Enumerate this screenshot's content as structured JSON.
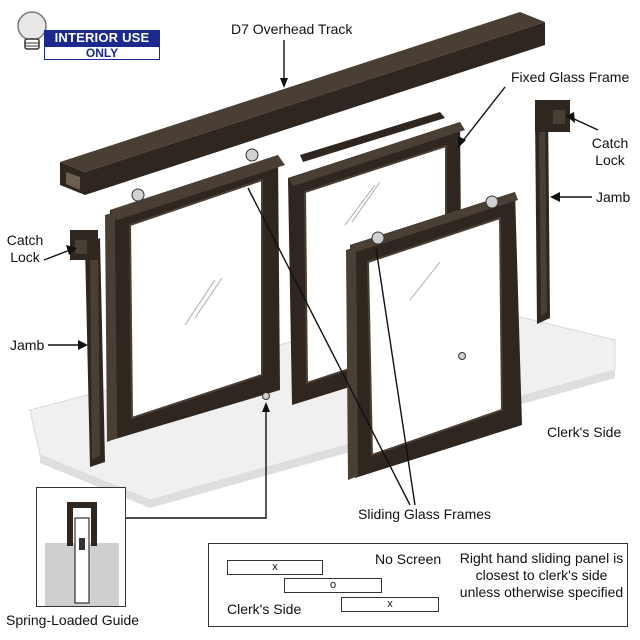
{
  "badge": {
    "line1": "INTERIOR USE",
    "line2": "ONLY",
    "icon": "lightbulb-icon"
  },
  "labels": {
    "overhead_track": "D7 Overhead Track",
    "fixed_glass_frame": "Fixed Glass Frame",
    "catch_lock_right": [
      "Catch",
      "Lock"
    ],
    "jamb_right": "Jamb",
    "catch_lock_left": [
      "Catch",
      "Lock"
    ],
    "jamb_left": "Jamb",
    "clerks_side": "Clerk's Side",
    "sliding_glass_frames": "Sliding Glass Frames",
    "spring_loaded_guide": "Spring-Loaded Guide"
  },
  "legend": {
    "no_screen": "No Screen",
    "clerks_side": "Clerk's Side",
    "panel_marks": [
      "x",
      "o",
      "x"
    ],
    "note": "Right hand sliding panel is closest to clerk's side unless otherwise specified"
  },
  "colors": {
    "frame": "#2e261f",
    "frame_light": "#4a3f34",
    "counter": "#f1f1f1",
    "badge": "#1b2a8c"
  }
}
